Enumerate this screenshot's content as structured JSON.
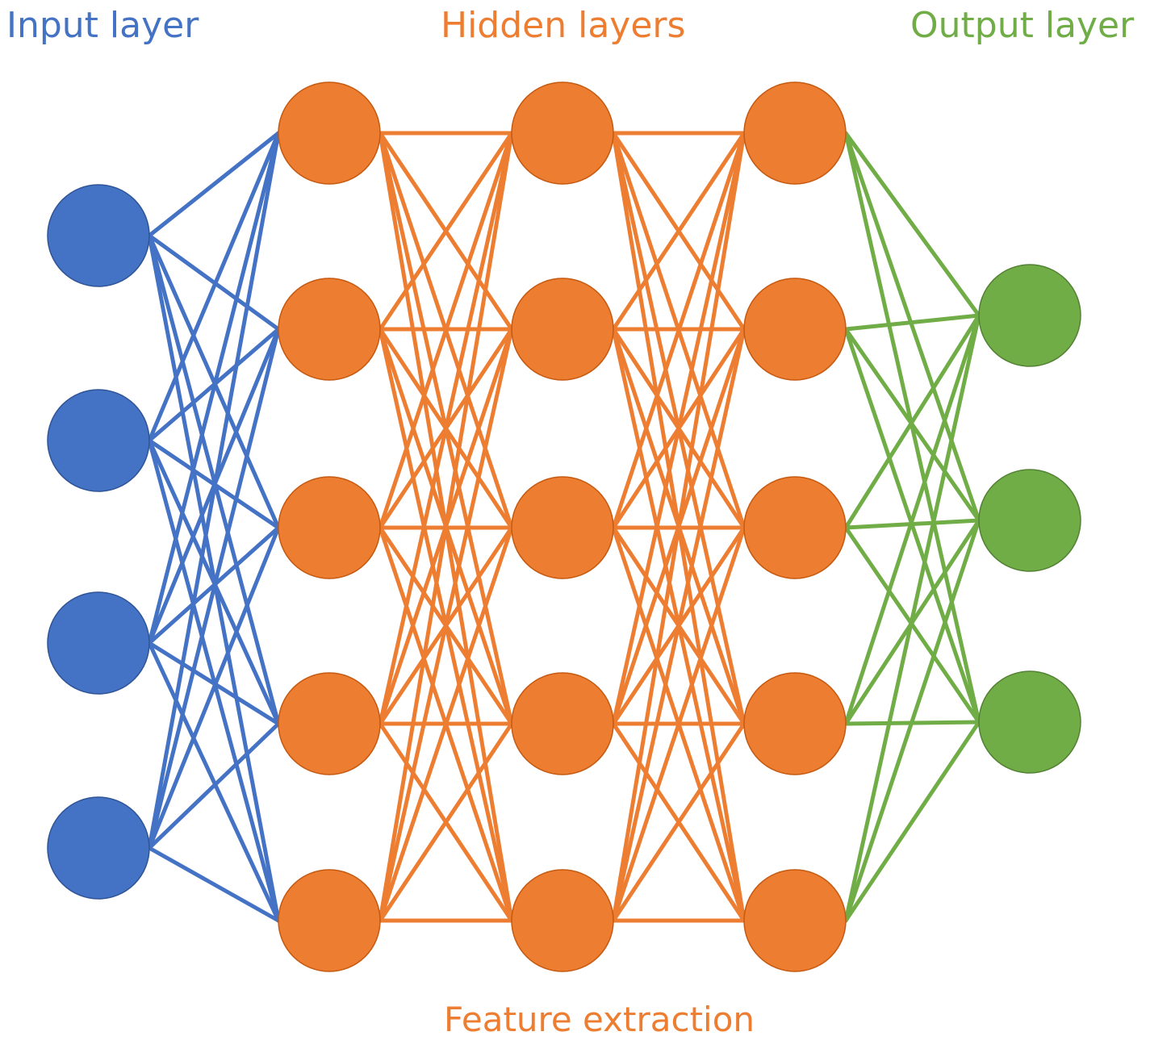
{
  "labels": {
    "input": "Input layer",
    "hidden": "Hidden layers",
    "output": "Output layer",
    "caption": "Feature extraction"
  },
  "colors": {
    "input": "#4472C4",
    "input_edge": "#2F5597",
    "hidden": "#ED7D31",
    "hidden_edge": "#C55A11",
    "output": "#70AD47",
    "output_edge": "#548235"
  },
  "network": {
    "layer_sizes": [
      4,
      5,
      5,
      5,
      3
    ],
    "fully_connected": true
  }
}
